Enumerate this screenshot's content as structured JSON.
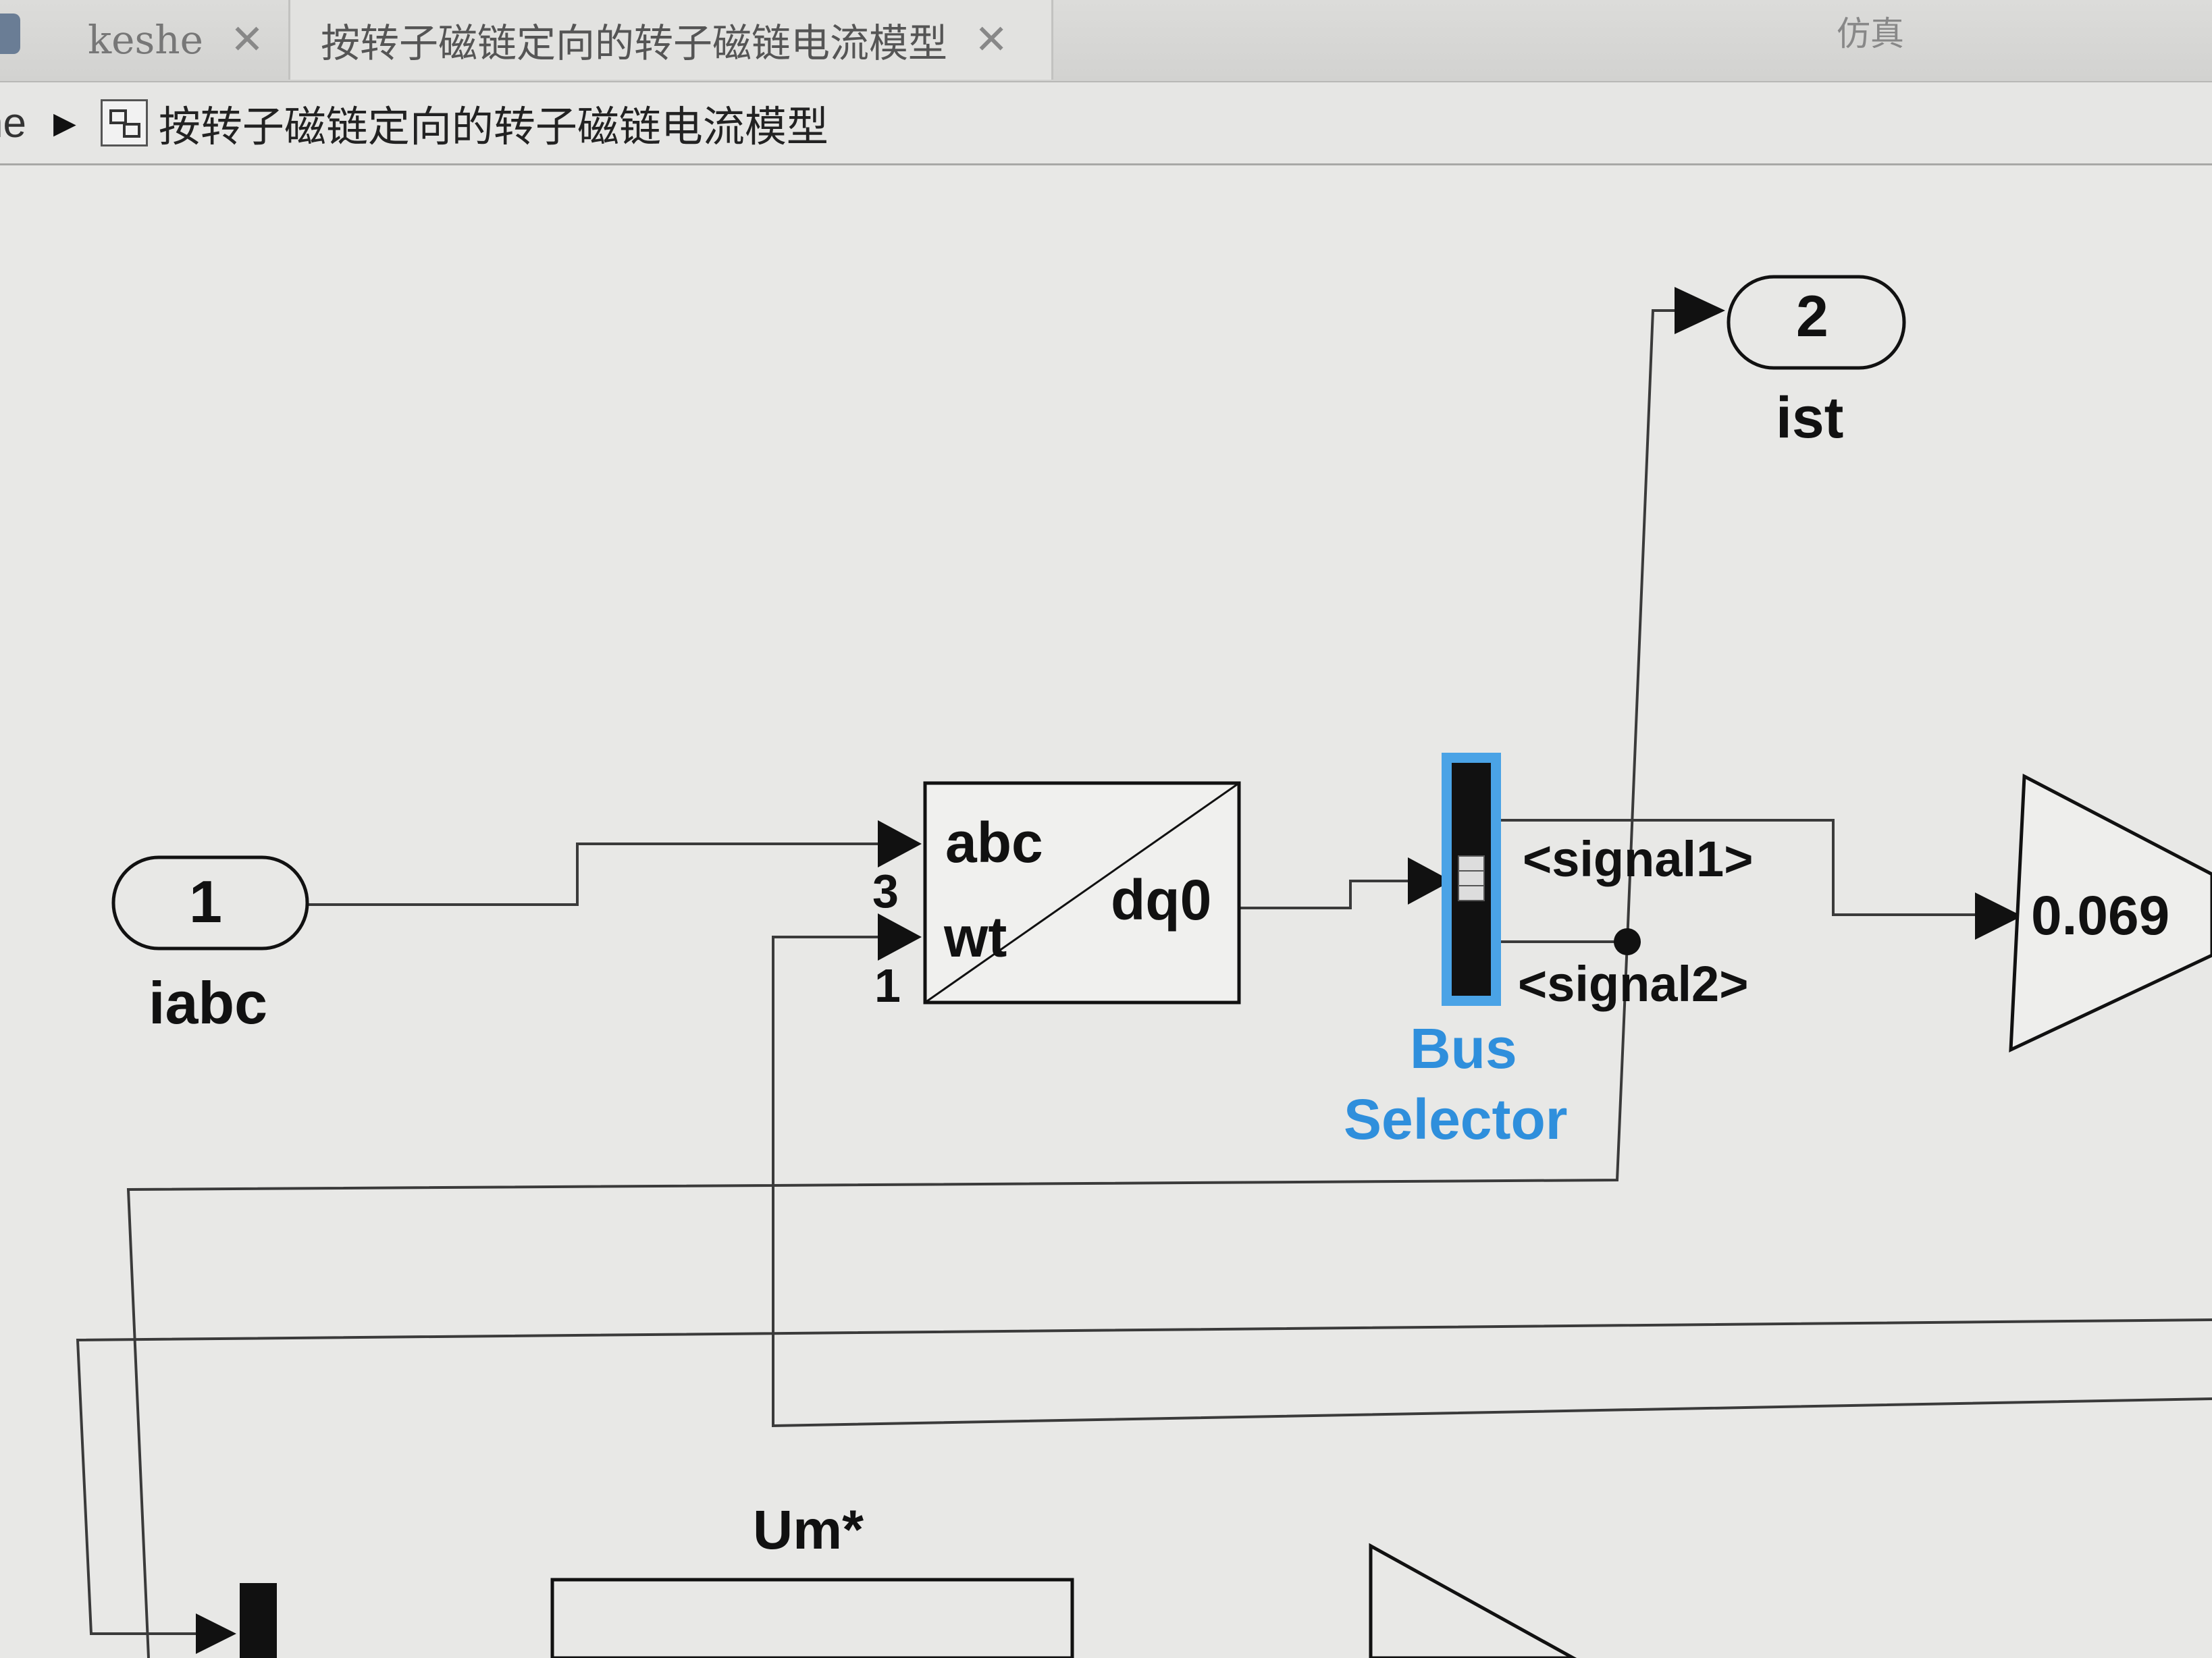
{
  "tabs": [
    {
      "label": "keshe",
      "close": "✕"
    },
    {
      "label": "按转子磁链定向的转子磁链电流模型",
      "close": "✕"
    }
  ],
  "toolbar": {
    "right_label": "仿真"
  },
  "breadcrumb": {
    "root": "he",
    "title": "按转子磁链定向的转子磁链电流模型"
  },
  "blocks": {
    "inport1": {
      "number": "1",
      "name": "iabc"
    },
    "outport2": {
      "number": "2",
      "name": "ist"
    },
    "transform": {
      "port_abc": "abc",
      "port_wt": "wt",
      "output": "dq0",
      "width_abc": "3",
      "width_wt": "1"
    },
    "bus_selector": {
      "name_line1": "Bus",
      "name_line2": "Selector",
      "signal1": "<signal1>",
      "signal2": "<signal2>"
    },
    "gain": {
      "value": "0.069"
    },
    "um_label": "Um*"
  },
  "colors": {
    "selection": "#2f8fdc",
    "line": "#333333",
    "background": "#e8e8e6"
  }
}
